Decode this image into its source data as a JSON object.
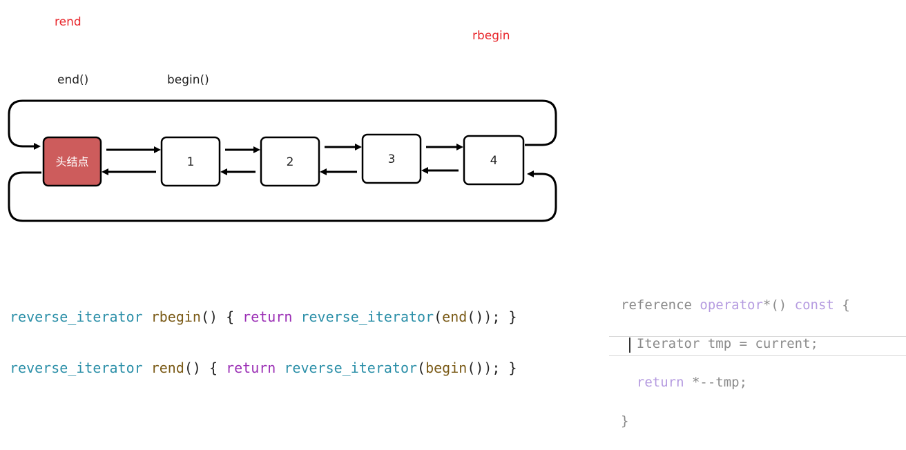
{
  "labels": {
    "rend": "rend",
    "rbegin": "rbegin",
    "end": "end()",
    "begin": "begin()"
  },
  "nodes": [
    {
      "label": "头结点",
      "head": true
    },
    {
      "label": "1",
      "head": false
    },
    {
      "label": "2",
      "head": false
    },
    {
      "label": "3",
      "head": false
    },
    {
      "label": "4",
      "head": false
    }
  ],
  "colors": {
    "head_fill": "#cd5c5c",
    "label_red": "#e8262b",
    "type": "#2b8fa8",
    "function": "#7a5a16",
    "keyword": "#9b2fb5"
  },
  "code_left": {
    "line1": {
      "type": "reverse_iterator",
      "fn": "rbegin",
      "mid1": "() { ",
      "kw": "return",
      "space": " ",
      "type2": "reverse_iterator",
      "open": "(",
      "arg": "end",
      "tail": "()); }"
    },
    "line2": {
      "type": "reverse_iterator",
      "fn": "rend",
      "mid1": "() { ",
      "kw": "return",
      "space": " ",
      "type2": "reverse_iterator",
      "open": "(",
      "arg": "begin",
      "tail": "()); }"
    }
  },
  "code_right": {
    "l1_a": "reference ",
    "l1_b": "operator",
    "l1_c": "*() ",
    "l1_d": "const",
    "l1_e": " {",
    "l2": "  Iterator tmp = current;",
    "l3_a": "  ",
    "l3_b": "return",
    "l3_c": " *--tmp;",
    "l4": "}"
  }
}
